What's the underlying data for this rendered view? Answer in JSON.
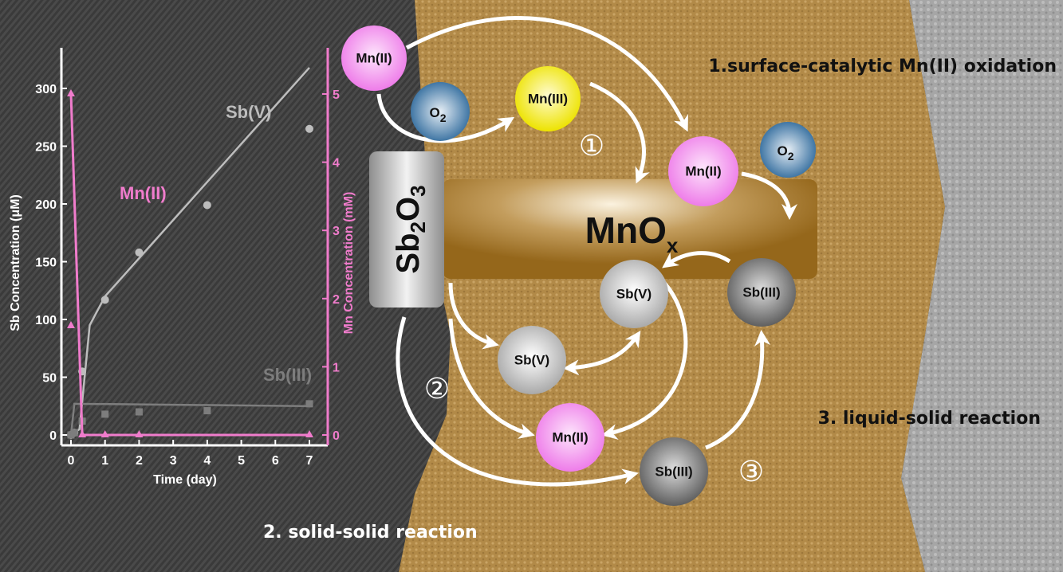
{
  "colors": {
    "pink": "#f07ccc",
    "gold": "#b08845",
    "dark_bg": "#3b3b3b",
    "light_bg": "#a9a9a9",
    "mn2": "#f48cf0",
    "mn3": "#f2ee10",
    "o2": "#3a74a4",
    "sb5": "#c4c4c4",
    "sb3": "#7e7e7e"
  },
  "diagram": {
    "mnox_label": "MnO",
    "mnox_sub": "x",
    "sb2o3_label": [
      "Sb",
      "2",
      "O",
      "3"
    ],
    "species": {
      "mn2_top": "Mn(II)",
      "o2_left": "O",
      "o2_sub": "2",
      "mn3": "Mn(III)",
      "mn2_right": "Mn(II)",
      "o2_right": "O",
      "sb5_upper": "Sb(V)",
      "sb3_right": "Sb(III)",
      "sb5_lower": "Sb(V)",
      "mn2_bottom": "Mn(II)",
      "sb3_bottom": "Sb(III)"
    },
    "step_markers": [
      "①",
      "②",
      "③"
    ],
    "labels": {
      "step1": "1.surface-catalytic Mn(II) oxidation",
      "step2": "2. solid-solid reaction",
      "step3": "3. liquid-solid reaction"
    }
  },
  "chart_data": {
    "type": "line",
    "xlabel": "Time (day)",
    "ylabel": "Sb Concentration (μM)",
    "y2label": "Mn Concentration (mM)",
    "xlim": [
      0,
      7
    ],
    "ylim": [
      0,
      300
    ],
    "y2lim": [
      0,
      5
    ],
    "xticks": [
      0,
      1,
      2,
      3,
      4,
      5,
      6,
      7
    ],
    "yticks": [
      0,
      50,
      100,
      150,
      200,
      250,
      300
    ],
    "y2ticks": [
      0,
      1,
      2,
      3,
      4,
      5
    ],
    "series": [
      {
        "name": "Sb(V)",
        "axis": "left",
        "marker": "circle",
        "points": [
          [
            0,
            0
          ],
          [
            0.1,
            2
          ],
          [
            0.33,
            55
          ],
          [
            1,
            117
          ],
          [
            2,
            158
          ],
          [
            4,
            199
          ],
          [
            7,
            265
          ]
        ],
        "fit": [
          [
            0,
            0
          ],
          [
            0.25,
            5
          ],
          [
            0.55,
            95
          ],
          [
            1,
            120
          ],
          [
            7,
            318
          ]
        ]
      },
      {
        "name": "Sb(III)",
        "axis": "left",
        "marker": "square",
        "points": [
          [
            0,
            0
          ],
          [
            0.1,
            2
          ],
          [
            0.33,
            12
          ],
          [
            1,
            18
          ],
          [
            2,
            20
          ],
          [
            4,
            21
          ],
          [
            7,
            27
          ]
        ],
        "fit": [
          [
            0,
            0
          ],
          [
            0.1,
            27
          ],
          [
            7,
            25
          ]
        ]
      },
      {
        "name": "Mn(II)",
        "axis": "right",
        "marker": "triangle",
        "points": [
          [
            0,
            5.0
          ],
          [
            0,
            1.6
          ],
          [
            0.33,
            0
          ],
          [
            1,
            0
          ],
          [
            2,
            0
          ],
          [
            7,
            0
          ]
        ],
        "fit": [
          [
            0,
            5.0
          ],
          [
            0.33,
            0
          ],
          [
            7,
            0
          ]
        ]
      }
    ]
  }
}
